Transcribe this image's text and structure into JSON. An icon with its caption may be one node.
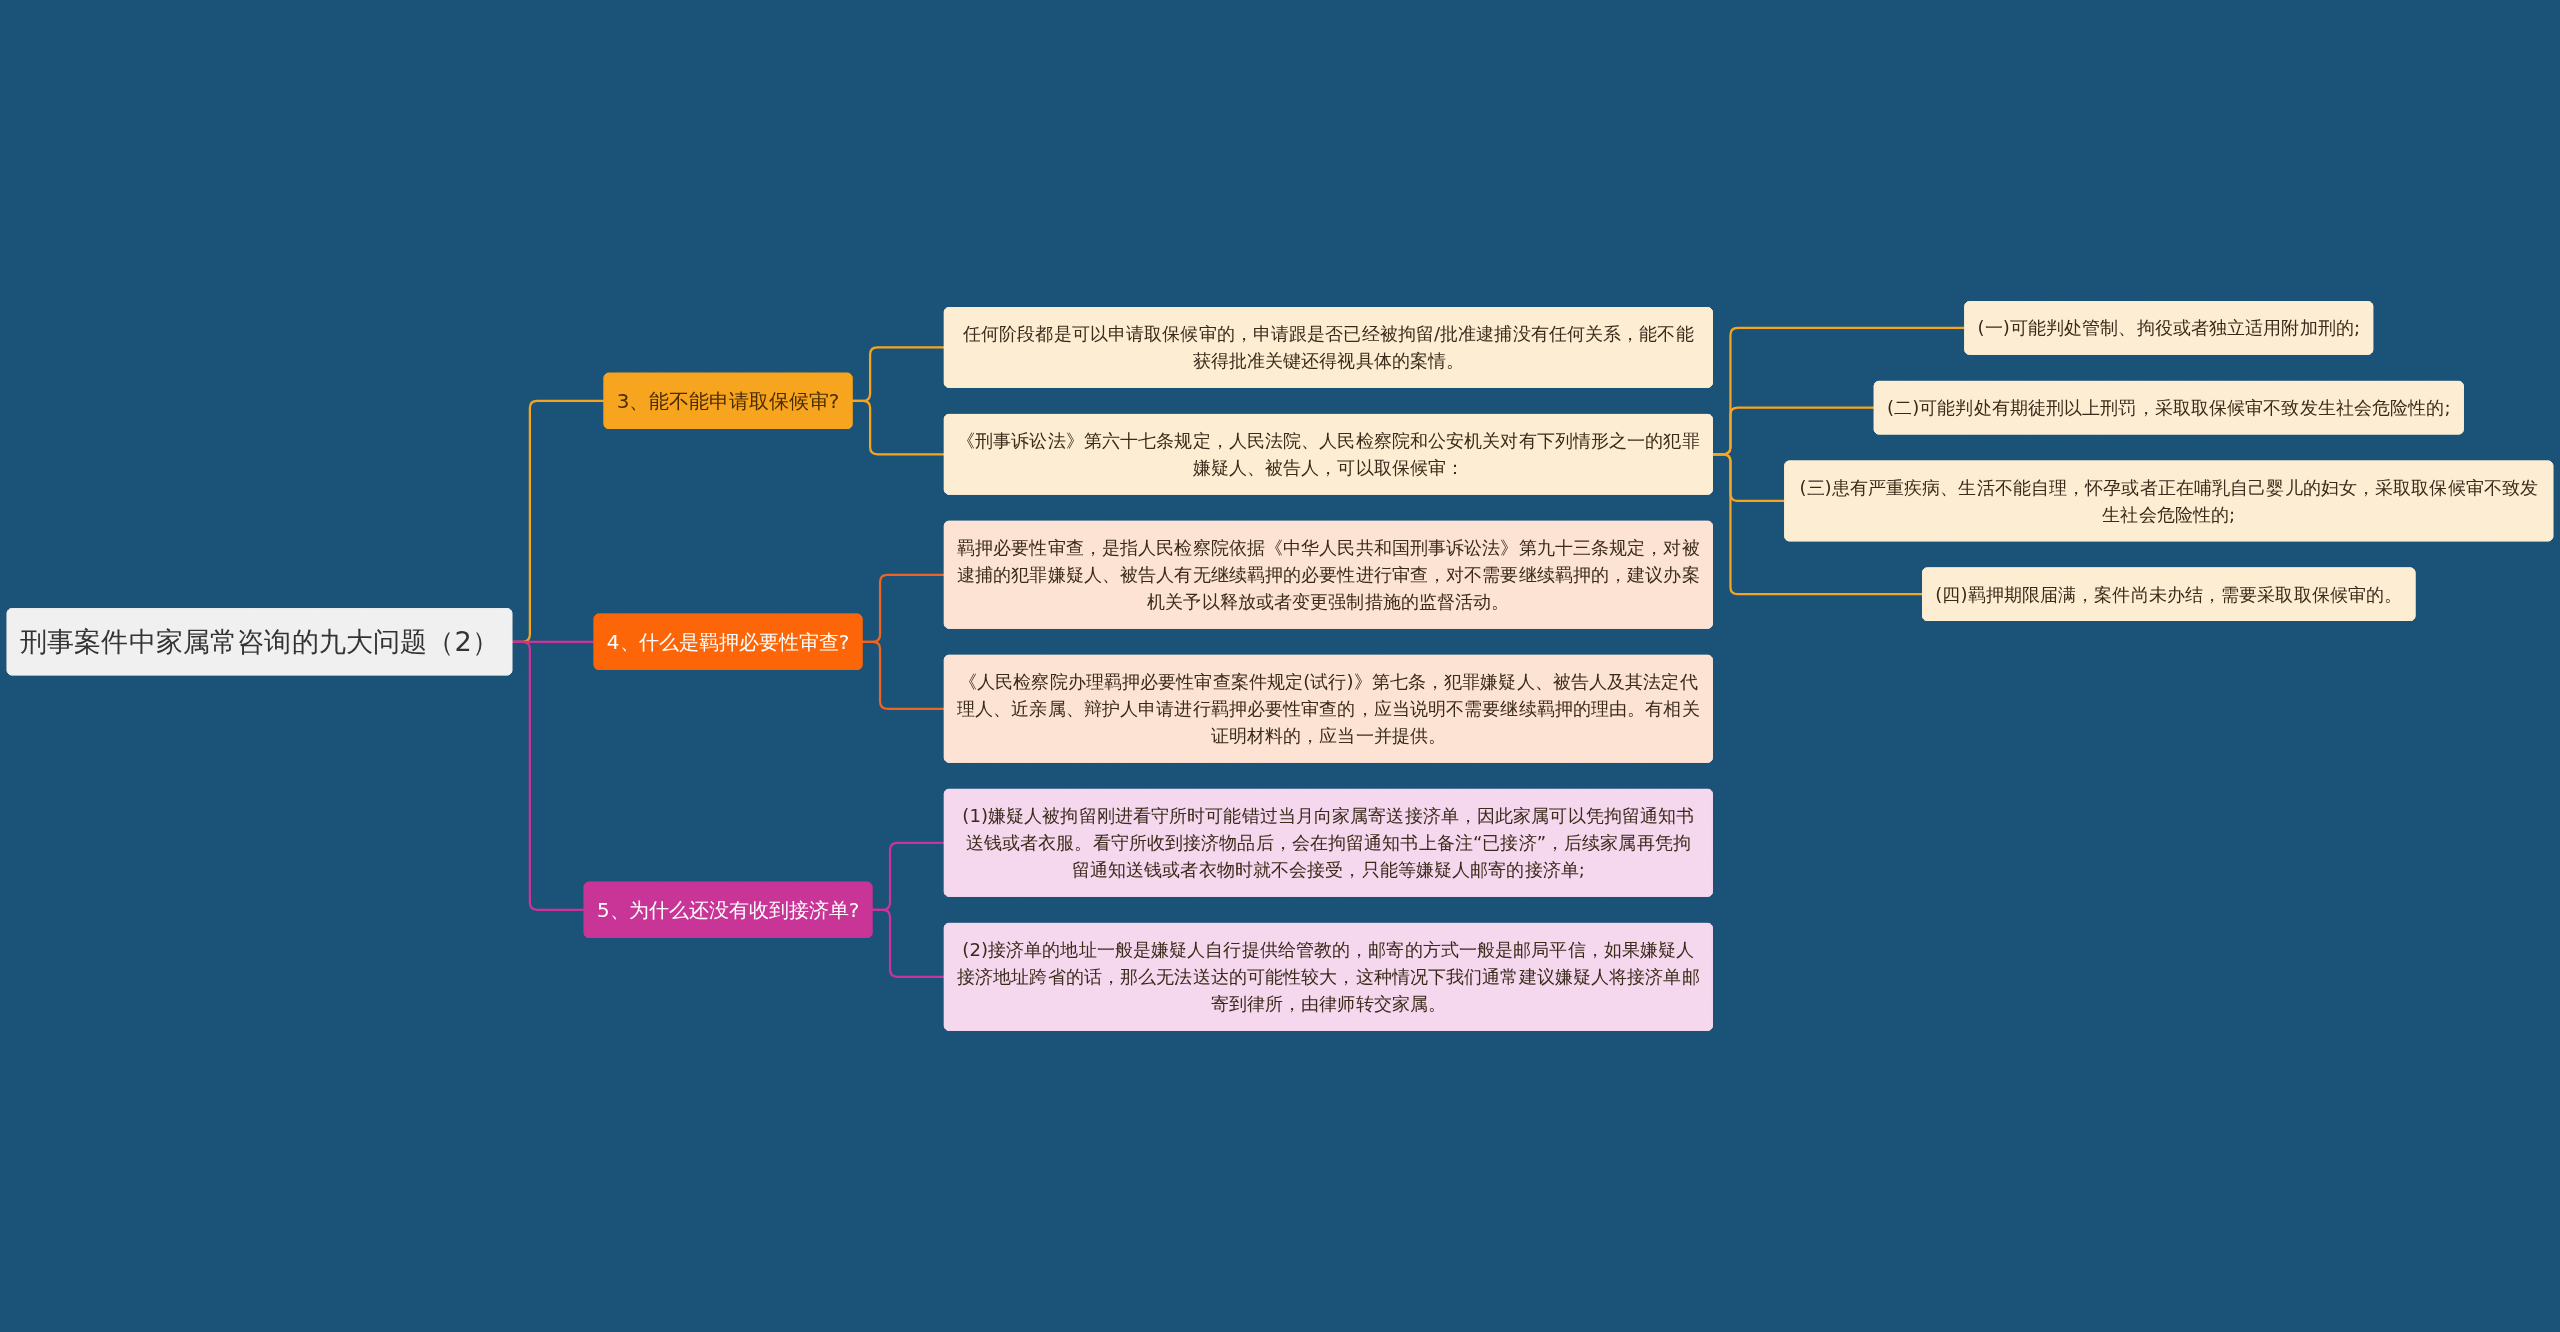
{
  "diagram": {
    "nodes": [
      {
        "text": [
          "刑事案件中家属常咨询的九大问题（2）"
        ]
      },
      {
        "text": [
          "3、能不能申请取保候审?"
        ]
      },
      {
        "text": [
          "任何阶段都是可以申请取保候审的，申请跟是否已经被拘留/批准逮捕没有任何关系，能不能获得批准关键还得视具体的案情。"
        ]
      },
      {
        "text": [
          "《刑事诉讼法》第六十七条规定，人民法院、人民检察院和公安机关对有下列情形之一的犯罪嫌疑人、被告人，可以取保候审："
        ]
      },
      {
        "text": [
          "(一)可能判处管制、拘役或者独立适用附加刑的;"
        ]
      },
      {
        "text": [
          "(二)可能判处有期徒刑以上刑罚，采取取保候审不致发生社会危险性的;"
        ]
      },
      {
        "text": [
          "(三)患有严重疾病、生活不能自理，怀孕或者正在哺乳自己婴儿的妇女，采取取保候审不致发生社会危险性的;"
        ]
      },
      {
        "text": [
          "(四)羁押期限届满，案件尚未办结，需要采取取保候审的。"
        ]
      },
      {
        "text": [
          "4、什么是羁押必要性审查?"
        ]
      },
      {
        "text": [
          "羁押必要性审查，是指人民检察院依据《中华人民共和国刑事诉讼法》第九十三条规定，对被逮捕的犯罪嫌疑人、被告人有无继续羁押的必要性进行审查，对不需要继续羁押的，建议办案机关予以释放或者变更强制措施的监督活动。"
        ]
      },
      {
        "text": [
          "《人民检察院办理羁押必要性审查案件规定(试行)》第七条，犯罪嫌疑人、被告人及其法定代理人、近亲属、辩护人申请进行羁押必要性审查的，应当说明不需要继续羁押的理由。有相关证明材料的，应当一并提供。"
        ]
      },
      {
        "text": [
          "5、为什么还没有收到接济单?"
        ]
      },
      {
        "text": [
          "(1)嫌疑人被拘留刚进看守所时可能错过当月向家属寄送接济单，因此家属可以凭拘留通知书送钱或者衣服。看守所收到接济物品后，会在拘留通知书上备注“已接济”，后续家属再凭拘留通知送钱或者衣物时就不会接受，只能等嫌疑人邮寄的接济单;"
        ]
      },
      {
        "text": [
          "(2)接济单的地址一般是嫌疑人自行提供给管教的，邮寄的方式一般是邮局平信，如果嫌疑人接济地址跨省的话，那么无法送达的可能性较大，这种情况下我们通常建议嫌疑人将接济单邮寄到律所，由律师转交家属。"
        ]
      }
    ],
    "edges": [
      {
        "from": 0,
        "to": 1,
        "arrow": "none"
      },
      {
        "from": 1,
        "to": 2,
        "arrow": "none"
      },
      {
        "from": 1,
        "to": 3,
        "arrow": "none"
      },
      {
        "from": 3,
        "to": 4,
        "arrow": "none"
      },
      {
        "from": 3,
        "to": 5,
        "arrow": "none"
      },
      {
        "from": 3,
        "to": 6,
        "arrow": "none"
      },
      {
        "from": 3,
        "to": 7,
        "arrow": "none"
      },
      {
        "from": 0,
        "to": 8,
        "arrow": "none",
        "color": "#cc3399"
      },
      {
        "from": 8,
        "to": 9,
        "arrow": "none",
        "color": "#f0641e"
      },
      {
        "from": 8,
        "to": 10,
        "arrow": "none",
        "color": "#f0641e"
      },
      {
        "from": 0,
        "to": 11,
        "arrow": "none",
        "color": "#cc3399"
      },
      {
        "from": 11,
        "to": 12,
        "arrow": "none",
        "color": "#cc3399"
      },
      {
        "from": 11,
        "to": 13,
        "arrow": "none",
        "color": "#cc3399"
      }
    ]
  }
}
